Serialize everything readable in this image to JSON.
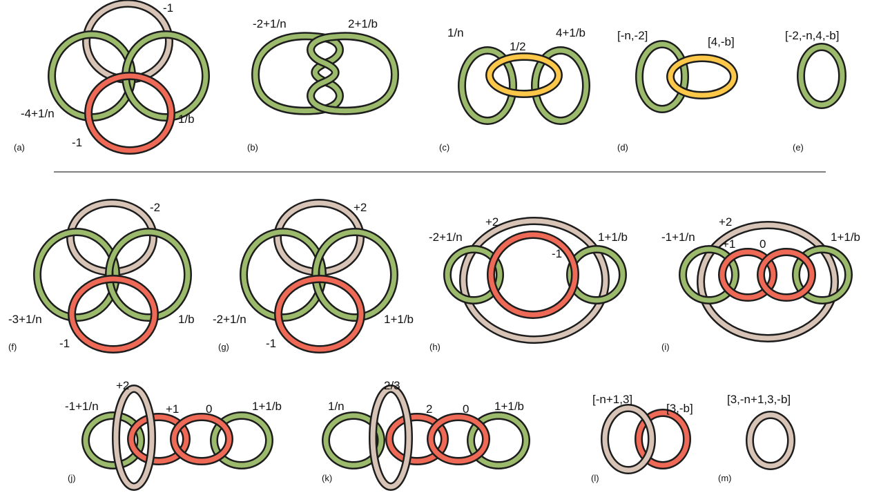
{
  "colors": {
    "green": "#9cba6c",
    "tan": "#d8c4b6",
    "red": "#ef6a56",
    "yellow": "#fdc84a",
    "outline": "#1d1d1d",
    "separator": "#333333"
  },
  "panels": {
    "a": {
      "tag": "(a)",
      "top": "-1",
      "left": "-4+1/n",
      "right": "1/b",
      "bottom": "-1"
    },
    "b": {
      "tag": "(b)",
      "left": "-2+1/n",
      "right": "2+1/b"
    },
    "c": {
      "tag": "(c)",
      "left": "1/n",
      "mid": "1/2",
      "right": "4+1/b"
    },
    "d": {
      "tag": "(d)",
      "left": "[-n,-2]",
      "right": "[4,-b]"
    },
    "e": {
      "tag": "(e)",
      "top": "[-2,-n,4,-b]"
    },
    "f": {
      "tag": "(f)",
      "top": "-2",
      "left": "-3+1/n",
      "right": "1/b",
      "bottom": "-1"
    },
    "g": {
      "tag": "(g)",
      "top": "+2",
      "left": "-2+1/n",
      "right": "1+1/b",
      "bottom": "-1"
    },
    "h": {
      "tag": "(h)",
      "top": "+2",
      "left": "-2+1/n",
      "right": "1+1/b",
      "inner": "-1"
    },
    "i": {
      "tag": "(i)",
      "top": "+2",
      "left": "-1+1/n",
      "right": "1+1/b",
      "inner1": "+1",
      "inner2": "0"
    },
    "j": {
      "tag": "(j)",
      "top": "+2",
      "left": "-1+1/n",
      "inner1": "+1",
      "inner2": "0",
      "right": "1+1/b"
    },
    "k": {
      "tag": "(k)",
      "top": "2/3",
      "left": "1/n",
      "inner1": "2",
      "inner2": "0",
      "right": "1+1/b"
    },
    "l": {
      "tag": "(l)",
      "left": "[-n+1,3]",
      "right": "[3,-b]"
    },
    "m": {
      "tag": "(m)",
      "top": "[3,-n+1,3,-b]"
    }
  }
}
